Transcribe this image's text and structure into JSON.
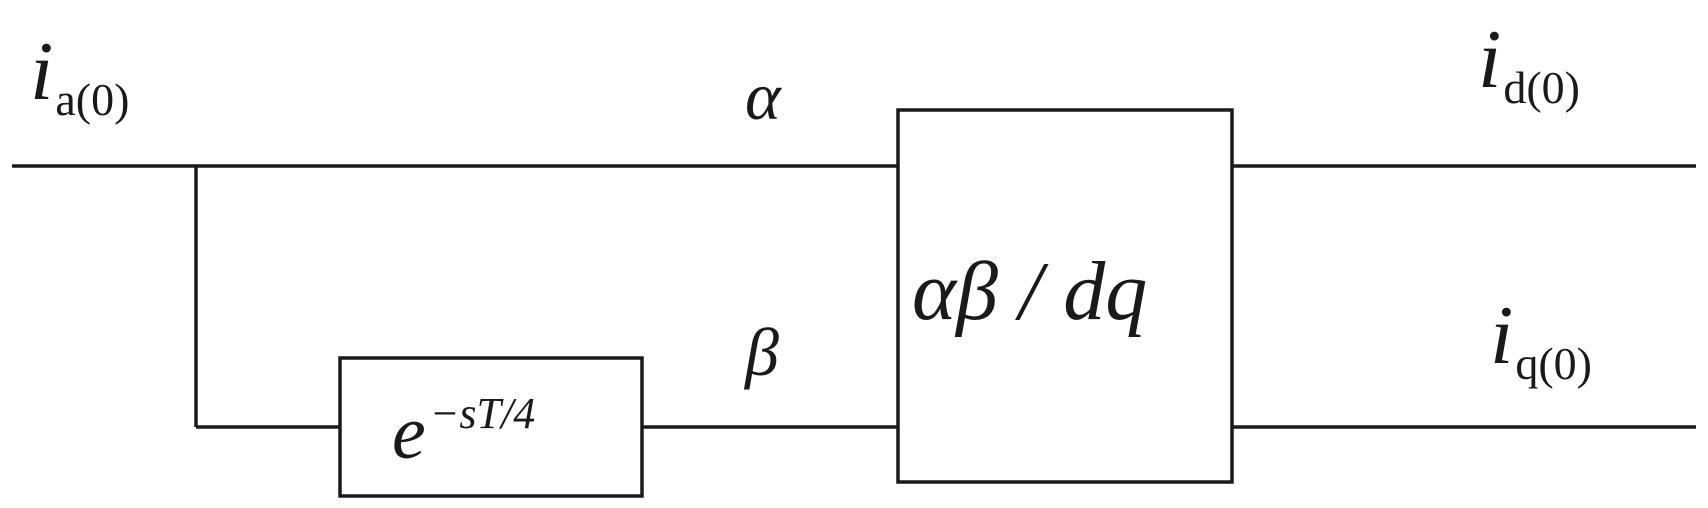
{
  "inputs": {
    "ia": {
      "symbol": "i",
      "subscript": "a(0)"
    }
  },
  "outputs": {
    "id": {
      "symbol": "i",
      "subscript": "d(0)"
    },
    "iq": {
      "symbol": "i",
      "subscript": "q(0)"
    }
  },
  "channels": {
    "alpha": "α",
    "beta": "β"
  },
  "blocks": {
    "delay": {
      "base": "e",
      "exponent": "−sT/4"
    },
    "transform": {
      "label": "αβ / dq"
    }
  }
}
